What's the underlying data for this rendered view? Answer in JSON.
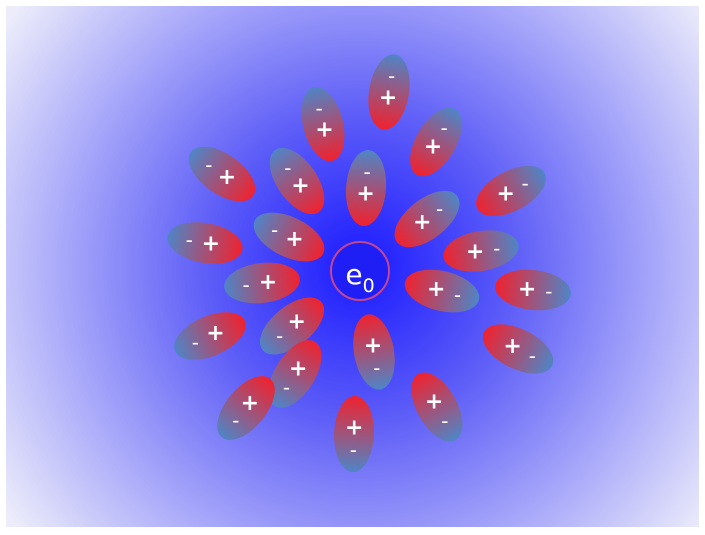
{
  "diagram": {
    "center_label": {
      "base": "e",
      "subscript": "0"
    },
    "colors": {
      "field_core": "#1a1aff",
      "field_mid": "#5c5cf8",
      "field_edge": "#ececfb",
      "molecule_blue": "#3f8fd6",
      "molecule_red": "#f0222e",
      "sign_text": "#ffffff",
      "center_ring": "#c5458f"
    },
    "signs": {
      "positive": "+",
      "negative": "-"
    },
    "molecules": [
      {
        "id": "top"
      },
      {
        "id": "upper-left-1"
      },
      {
        "id": "upper-right-1"
      },
      {
        "id": "left-outer-1"
      },
      {
        "id": "left-inner-1"
      },
      {
        "id": "center-top"
      },
      {
        "id": "right-upper"
      },
      {
        "id": "left-outer-2"
      },
      {
        "id": "left-inner-2"
      },
      {
        "id": "right-inner-1"
      },
      {
        "id": "left-mid"
      },
      {
        "id": "right-inner-2"
      },
      {
        "id": "right-outer-1"
      },
      {
        "id": "left-outer-3"
      },
      {
        "id": "left-inner-3"
      },
      {
        "id": "center-bottom"
      },
      {
        "id": "right-lower-1"
      },
      {
        "id": "right-outer-2"
      },
      {
        "id": "bottom-left-1"
      },
      {
        "id": "bottom-left-2"
      },
      {
        "id": "bottom-center"
      },
      {
        "id": "bottom-right"
      }
    ]
  }
}
